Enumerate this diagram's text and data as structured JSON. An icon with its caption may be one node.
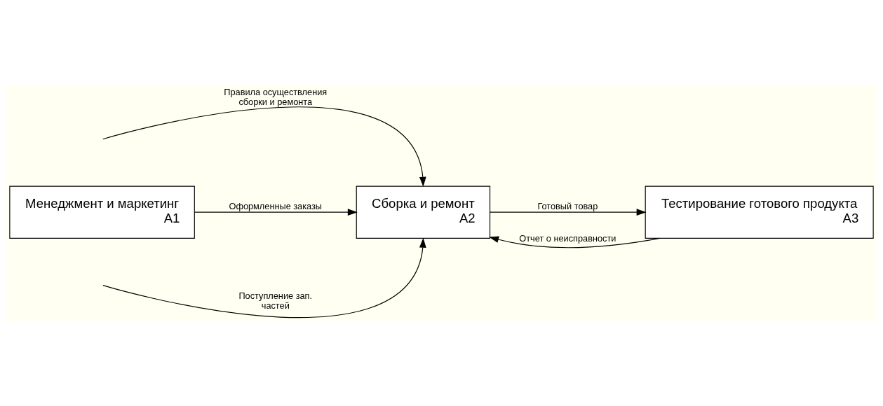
{
  "diagram": {
    "nodes": [
      {
        "text": [
          "Менеджмент и маркетинг",
          "A1"
        ]
      },
      {
        "text": [
          "Сборка и ремонт",
          "A2"
        ]
      },
      {
        "text": [
          "Тестирование готового продукта",
          "A3"
        ]
      }
    ],
    "edges": [
      {
        "from": null,
        "to": 1,
        "arrow": "to",
        "label": "Правила осуществления сборки и ремонта"
      },
      {
        "from": 0,
        "to": 1,
        "arrow": "to",
        "label": "Оформленные заказы"
      },
      {
        "from": 2,
        "to": 1,
        "arrow": "to",
        "label": "Отчет о неисправности"
      },
      {
        "from": null,
        "to": 1,
        "arrow": "to",
        "label": "Поступление зап. частей"
      },
      {
        "from": 1,
        "to": 2,
        "arrow": "to",
        "label": "Готовый товар"
      }
    ]
  }
}
